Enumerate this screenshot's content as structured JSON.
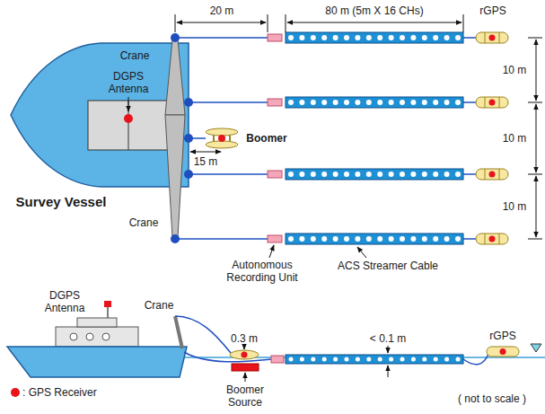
{
  "diagram": {
    "labels": [
      "20 m",
      "80 m (5m X 16 CHs)",
      "rGPS",
      "Crane",
      "DGPS Antenna",
      "Boomer",
      "10 m",
      "10 m",
      "10 m",
      "15 m",
      "Survey Vessel",
      "Crane",
      "Autonomous Recording Unit",
      "ACS Streamer Cable",
      "DGPS Antenna",
      "Crane",
      "0.3 m",
      "< 0.1 m",
      "rGPS",
      "Boomer Source",
      "( not to scale )"
    ],
    "legend": [
      {
        "text": ": GPS Receiver",
        "color": "#e8141b"
      }
    ]
  }
}
